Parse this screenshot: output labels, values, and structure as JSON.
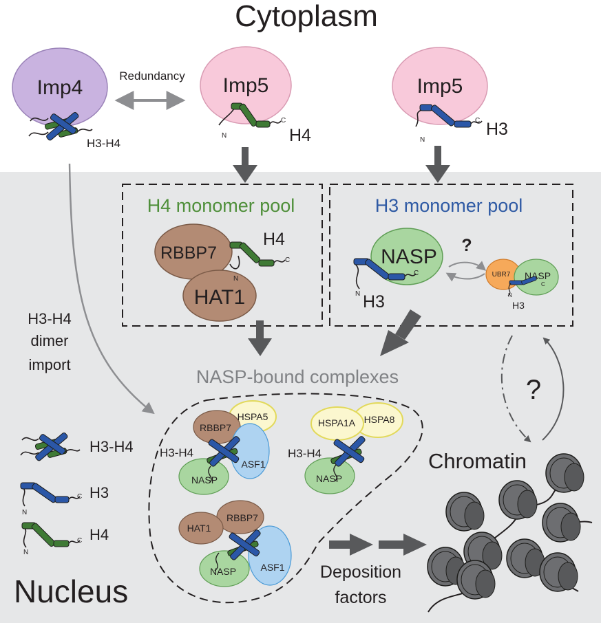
{
  "regions": {
    "cytoplasm": "Cytoplasm",
    "nucleus": "Nucleus"
  },
  "importins": {
    "imp4": "Imp4",
    "imp5_h4": "Imp5",
    "imp5_h3": "Imp5",
    "redundancy": "Redundancy"
  },
  "histones": {
    "h3h4_cargo": "H3-H4",
    "h4_cargo": "H4",
    "h3_cargo": "H3",
    "h4_pool": "H4",
    "h3_pool": "H3",
    "h3_small": "H3",
    "legend_h3h4": "H3-H4",
    "legend_h3": "H3",
    "legend_h4": "H4",
    "complex1_h3h4": "H3-H4",
    "complex2_h3h4": "H3-H4"
  },
  "termini": {
    "n": "N",
    "c": "C"
  },
  "pools": {
    "h4_title": "H4 monomer pool",
    "h3_title": "H3 monomer pool",
    "question": "?"
  },
  "proteins": {
    "rbbp7": "RBBP7",
    "hat1": "HAT1",
    "nasp": "NASP",
    "ubr7": "UBR7",
    "hspa5": "HSPA5",
    "asf1": "ASF1",
    "hspa1a": "HSPA1A",
    "hspa8": "HSPA8"
  },
  "labels": {
    "dimer_import_1": "H3-H4",
    "dimer_import_2": "dimer",
    "dimer_import_3": "import",
    "nasp_complexes": "NASP-bound complexes",
    "deposition_1": "Deposition",
    "deposition_2": "factors",
    "chromatin": "Chromatin",
    "chromatin_question": "?"
  },
  "colors": {
    "nucleus_bg": "#e6e7e8",
    "h3_blue": "#2b57a7",
    "h4_green": "#3f7a35",
    "h4_pool_title": "#4f8f3a",
    "h3_pool_title": "#2f5aa4",
    "imp4_purple": "#c9b3e0",
    "imp5_pink": "#f8c9da",
    "rbbp7_brown": "#b38b74",
    "nasp_green": "#a9d6a0",
    "asf1_blue": "#aed3f1",
    "hsp_yellow": "#fbf7cf",
    "ubr7_orange": "#f6a95a",
    "arrow_gray": "#58595b",
    "nucleosome_gray": "#6d6e71"
  }
}
